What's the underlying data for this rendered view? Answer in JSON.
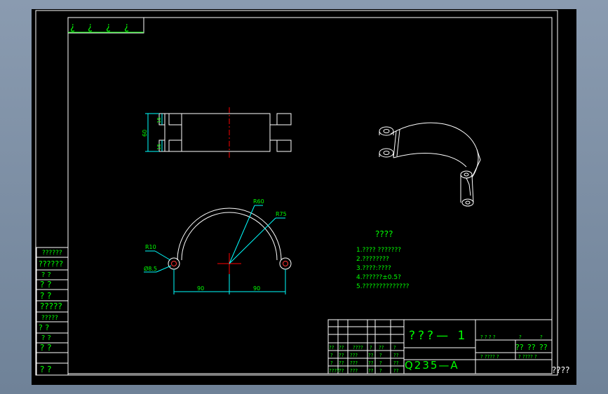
{
  "colors": {
    "background": "#000000",
    "frame": "#ffffff",
    "text": "#00ff00",
    "dimension": "#00ffff",
    "centerline": "#ff0000",
    "hole_marker": "#ff3333",
    "viewport": "#7e8fa3"
  },
  "top_left_stamp": {
    "glyphs": [
      "¿",
      "¿",
      "¿",
      "¿"
    ]
  },
  "side_view": {
    "dim_overall": "60",
    "dim_top": "15",
    "dim_bottom": "15"
  },
  "front_view": {
    "label_r60": "R60",
    "label_r75": "R75",
    "label_r10": "R10",
    "label_hole": "Ø8.5",
    "dim_left": "90",
    "dim_right": "90"
  },
  "notes": {
    "title": "????",
    "items": [
      "1.???? ???????",
      "2.????????",
      "3.????:????",
      "4.??????±0.5?",
      "5.??????????????"
    ]
  },
  "left_strip": {
    "cells": [
      "??????",
      "??????",
      "?  ?",
      "?  ?",
      "?  ?",
      "?????",
      "?????",
      "?  ?",
      "?  ?",
      "?  ?",
      "?  ?"
    ]
  },
  "title_block": {
    "drawing_name": "???— 1",
    "material": "Q235—A",
    "header_cells": [
      "??",
      "??",
      "????",
      "?",
      "??",
      "?"
    ],
    "grid_rows": [
      [
        "?",
        "??",
        "???",
        "??",
        "?",
        "??"
      ],
      [
        "?",
        "??",
        "???",
        "??",
        "?",
        "??"
      ],
      [
        "????",
        "??",
        "???",
        "??",
        "?",
        "??"
      ]
    ],
    "right_top": [
      "? ? ? ?",
      "?",
      "?"
    ],
    "right_mid": [
      "??",
      "??",
      "??"
    ],
    "right_bot": [
      "? ???? ?",
      "? ???? ?"
    ]
  },
  "corner_label": "????"
}
